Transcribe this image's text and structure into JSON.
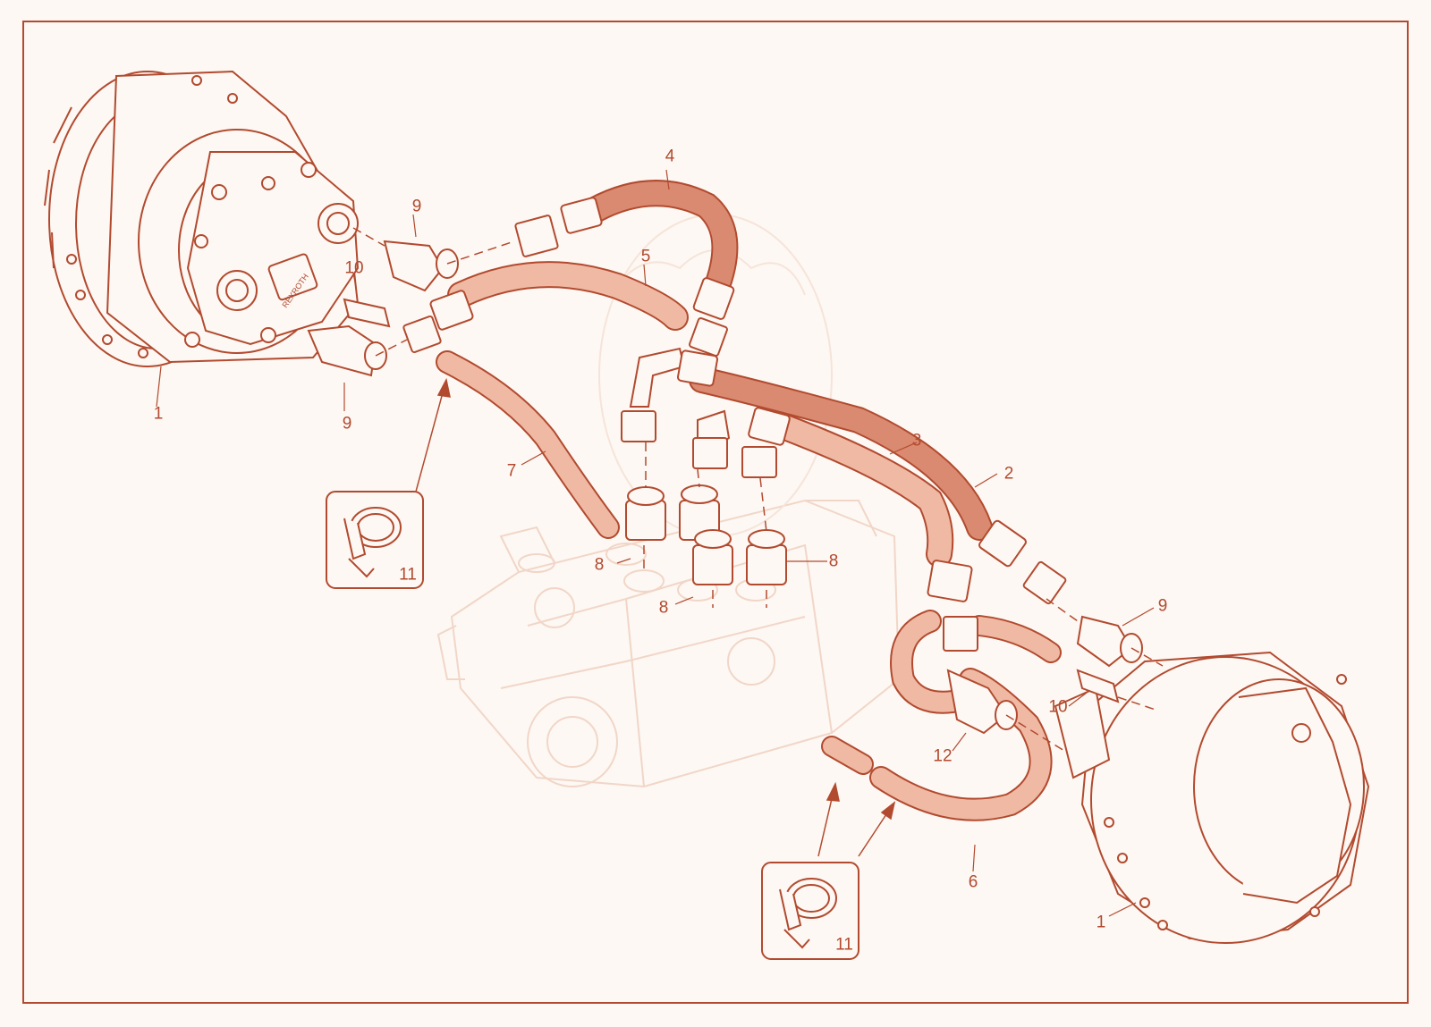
{
  "diagram": {
    "colors": {
      "line": "#b24a2f",
      "hose_dark": "#d98a70",
      "hose_light": "#efb9a3",
      "ghost": "#f1d6c8",
      "background": "#fdf8f3"
    },
    "motor_brand_text": "REXROTH",
    "callouts": [
      {
        "id": "c1-left",
        "label": "1"
      },
      {
        "id": "c1-right",
        "label": "1"
      },
      {
        "id": "c2",
        "label": "2"
      },
      {
        "id": "c3",
        "label": "3"
      },
      {
        "id": "c4",
        "label": "4"
      },
      {
        "id": "c5",
        "label": "5"
      },
      {
        "id": "c6",
        "label": "6"
      },
      {
        "id": "c7",
        "label": "7"
      },
      {
        "id": "c8a",
        "label": "8"
      },
      {
        "id": "c8b",
        "label": "8"
      },
      {
        "id": "c8c",
        "label": "8"
      },
      {
        "id": "c9a",
        "label": "9"
      },
      {
        "id": "c9b",
        "label": "9"
      },
      {
        "id": "c9c",
        "label": "9"
      },
      {
        "id": "c10a",
        "label": "10"
      },
      {
        "id": "c10b",
        "label": "10"
      },
      {
        "id": "c11a",
        "label": "11"
      },
      {
        "id": "c11b",
        "label": "11"
      },
      {
        "id": "c12",
        "label": "12"
      }
    ]
  }
}
